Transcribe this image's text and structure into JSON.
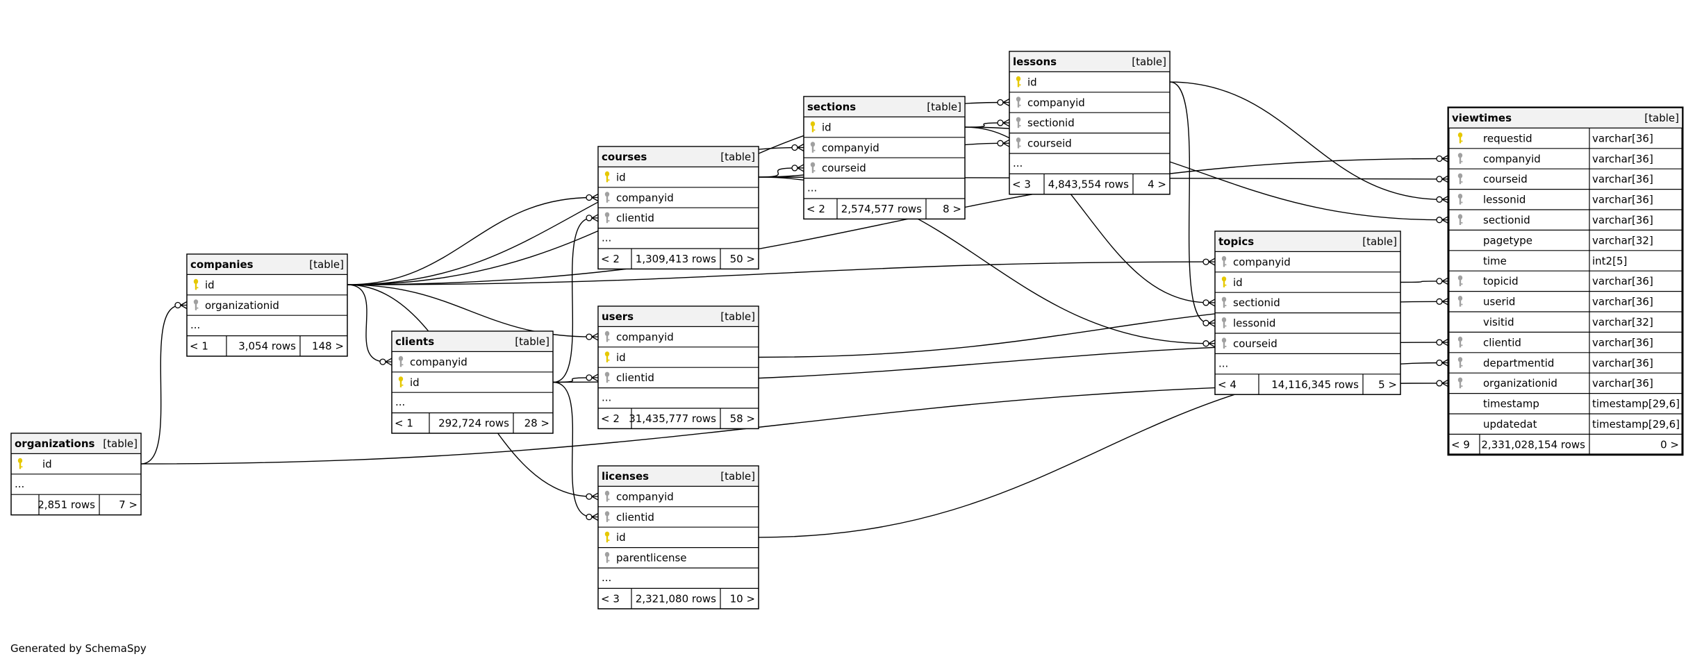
{
  "footer": "Generated by SchemaSpy",
  "colors": {
    "header_bg": "#f2f2f2",
    "pk_key": "#e6c800",
    "fk_key": "#a0a0a0",
    "line": "#000000"
  },
  "tables": [
    {
      "key": "organizations",
      "name": "organizations",
      "tag": "[table]",
      "columns": [
        {
          "name": "id",
          "icon": "pk"
        }
      ],
      "ellipsis": "...",
      "footer": {
        "left": "",
        "mid": "2,851 rows",
        "right": "7 >"
      }
    },
    {
      "key": "companies",
      "name": "companies",
      "tag": "[table]",
      "columns": [
        {
          "name": "id",
          "icon": "pk"
        },
        {
          "name": "organizationid",
          "icon": "fk"
        }
      ],
      "ellipsis": "...",
      "footer": {
        "left": "< 1",
        "mid": "3,054 rows",
        "right": "148 >"
      }
    },
    {
      "key": "clients",
      "name": "clients",
      "tag": "[table]",
      "columns": [
        {
          "name": "companyid",
          "icon": "fk"
        },
        {
          "name": "id",
          "icon": "pk"
        }
      ],
      "ellipsis": "...",
      "footer": {
        "left": "< 1",
        "mid": "292,724 rows",
        "right": "28 >"
      }
    },
    {
      "key": "courses",
      "name": "courses",
      "tag": "[table]",
      "columns": [
        {
          "name": "id",
          "icon": "pk"
        },
        {
          "name": "companyid",
          "icon": "fk"
        },
        {
          "name": "clientid",
          "icon": "fk"
        }
      ],
      "ellipsis": "...",
      "footer": {
        "left": "< 2",
        "mid": "1,309,413 rows",
        "right": "50 >"
      }
    },
    {
      "key": "users",
      "name": "users",
      "tag": "[table]",
      "columns": [
        {
          "name": "companyid",
          "icon": "fk"
        },
        {
          "name": "id",
          "icon": "pk"
        },
        {
          "name": "clientid",
          "icon": "fk"
        }
      ],
      "ellipsis": "...",
      "footer": {
        "left": "< 2",
        "mid": "31,435,777 rows",
        "right": "58 >"
      }
    },
    {
      "key": "licenses",
      "name": "licenses",
      "tag": "[table]",
      "columns": [
        {
          "name": "companyid",
          "icon": "fk"
        },
        {
          "name": "clientid",
          "icon": "fk"
        },
        {
          "name": "id",
          "icon": "pk"
        },
        {
          "name": "parentlicense",
          "icon": "fk"
        }
      ],
      "ellipsis": "...",
      "footer": {
        "left": "< 3",
        "mid": "2,321,080 rows",
        "right": "10 >"
      }
    },
    {
      "key": "sections",
      "name": "sections",
      "tag": "[table]",
      "columns": [
        {
          "name": "id",
          "icon": "pk"
        },
        {
          "name": "companyid",
          "icon": "fk"
        },
        {
          "name": "courseid",
          "icon": "fk"
        }
      ],
      "ellipsis": "...",
      "footer": {
        "left": "< 2",
        "mid": "2,574,577 rows",
        "right": "8 >"
      }
    },
    {
      "key": "lessons",
      "name": "lessons",
      "tag": "[table]",
      "columns": [
        {
          "name": "id",
          "icon": "pk"
        },
        {
          "name": "companyid",
          "icon": "fk"
        },
        {
          "name": "sectionid",
          "icon": "fk"
        },
        {
          "name": "courseid",
          "icon": "fk"
        }
      ],
      "ellipsis": "...",
      "footer": {
        "left": "< 3",
        "mid": "4,843,554 rows",
        "right": "4 >"
      }
    },
    {
      "key": "topics",
      "name": "topics",
      "tag": "[table]",
      "columns": [
        {
          "name": "companyid",
          "icon": "fk"
        },
        {
          "name": "id",
          "icon": "pk"
        },
        {
          "name": "sectionid",
          "icon": "fk"
        },
        {
          "name": "lessonid",
          "icon": "fk"
        },
        {
          "name": "courseid",
          "icon": "fk"
        }
      ],
      "ellipsis": "...",
      "footer": {
        "left": "< 4",
        "mid": "14,116,345 rows",
        "right": "5 >"
      }
    },
    {
      "key": "viewtimes",
      "name": "viewtimes",
      "tag": "[table]",
      "columns": [
        {
          "name": "requestid",
          "type": "varchar[36]",
          "icon": "pk"
        },
        {
          "name": "companyid",
          "type": "varchar[36]",
          "icon": "fk"
        },
        {
          "name": "courseid",
          "type": "varchar[36]",
          "icon": "fk"
        },
        {
          "name": "lessonid",
          "type": "varchar[36]",
          "icon": "fk"
        },
        {
          "name": "sectionid",
          "type": "varchar[36]",
          "icon": "fk"
        },
        {
          "name": "pagetype",
          "type": "varchar[32]",
          "icon": ""
        },
        {
          "name": "time",
          "type": "int2[5]",
          "icon": ""
        },
        {
          "name": "topicid",
          "type": "varchar[36]",
          "icon": "fk"
        },
        {
          "name": "userid",
          "type": "varchar[36]",
          "icon": "fk"
        },
        {
          "name": "visitid",
          "type": "varchar[32]",
          "icon": ""
        },
        {
          "name": "clientid",
          "type": "varchar[36]",
          "icon": "fk"
        },
        {
          "name": "departmentid",
          "type": "varchar[36]",
          "icon": "fk"
        },
        {
          "name": "organizationid",
          "type": "varchar[36]",
          "icon": "fk"
        },
        {
          "name": "timestamp",
          "type": "timestamp[29,6]",
          "icon": ""
        },
        {
          "name": "updatedat",
          "type": "timestamp[29,6]",
          "icon": ""
        }
      ],
      "ellipsis": "",
      "footer": {
        "left": "< 9",
        "mid": "2,331,028,154 rows",
        "right": "0 >"
      }
    }
  ],
  "relationships": [
    {
      "from": "organizations.id",
      "to": "companies.organizationid"
    },
    {
      "from": "organizations.id",
      "to": "viewtimes.organizationid"
    },
    {
      "from": "companies.id",
      "to": "clients.companyid"
    },
    {
      "from": "companies.id",
      "to": "courses.companyid"
    },
    {
      "from": "companies.id",
      "to": "users.companyid"
    },
    {
      "from": "companies.id",
      "to": "licenses.companyid"
    },
    {
      "from": "companies.id",
      "to": "sections.companyid"
    },
    {
      "from": "companies.id",
      "to": "lessons.companyid"
    },
    {
      "from": "companies.id",
      "to": "topics.companyid"
    },
    {
      "from": "companies.id",
      "to": "viewtimes.companyid"
    },
    {
      "from": "clients.id",
      "to": "courses.clientid"
    },
    {
      "from": "clients.id",
      "to": "users.clientid"
    },
    {
      "from": "clients.id",
      "to": "licenses.clientid"
    },
    {
      "from": "clients.id",
      "to": "viewtimes.clientid"
    },
    {
      "from": "courses.id",
      "to": "sections.courseid"
    },
    {
      "from": "courses.id",
      "to": "lessons.courseid"
    },
    {
      "from": "courses.id",
      "to": "topics.courseid"
    },
    {
      "from": "courses.id",
      "to": "viewtimes.courseid"
    },
    {
      "from": "sections.id",
      "to": "lessons.sectionid"
    },
    {
      "from": "sections.id",
      "to": "topics.sectionid"
    },
    {
      "from": "sections.id",
      "to": "viewtimes.sectionid"
    },
    {
      "from": "lessons.id",
      "to": "topics.lessonid"
    },
    {
      "from": "lessons.id",
      "to": "viewtimes.lessonid"
    },
    {
      "from": "topics.id",
      "to": "viewtimes.topicid"
    },
    {
      "from": "users.id",
      "to": "viewtimes.userid"
    },
    {
      "from": "licenses.id",
      "to": "viewtimes.departmentid"
    }
  ]
}
